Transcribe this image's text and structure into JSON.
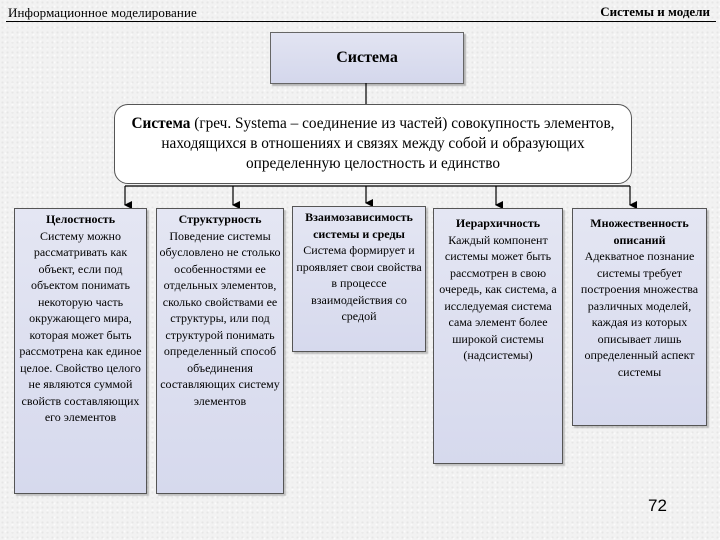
{
  "header": {
    "left_title": "Информационное моделирование",
    "right_title": "Системы и модели"
  },
  "title_box": {
    "label": "Система"
  },
  "definition": {
    "term": "Система",
    "text": " (греч. Systema – соединение из частей) совокупность элементов, находящихся в отношениях и связях между собой и образующих определенную целостность и единство"
  },
  "properties": [
    {
      "title": "Целостность",
      "body": "Систему можно рассматривать как объект, если под объектом понимать некоторую часть окружающего мира, которая может быть рассмотрена как единое целое. Свойство целого не являются суммой свойств составляющих его элементов"
    },
    {
      "title": "Структурность",
      "body": "Поведение системы обусловлено не столько особенностями ее отдельных элементов, сколько свойствами ее структуры, или под структурой понимать определенный способ объединения составляющих систему элементов"
    },
    {
      "title": "Взаимозависимость системы и среды",
      "body": "Система формирует и проявляет свои свойства в процессе взаимодействия со средой"
    },
    {
      "title": "Иерархичность",
      "body": "Каждый компонент системы может быть рассмотрен в свою очередь, как система, а исследуемая система сама элемент более широкой системы (надсистемы)"
    },
    {
      "title": "Множественность описаний",
      "body": "Адекватное познание системы требует построения множества различных моделей, каждая из которых описывает лишь определенный аспект системы"
    }
  ],
  "page_number": "72"
}
